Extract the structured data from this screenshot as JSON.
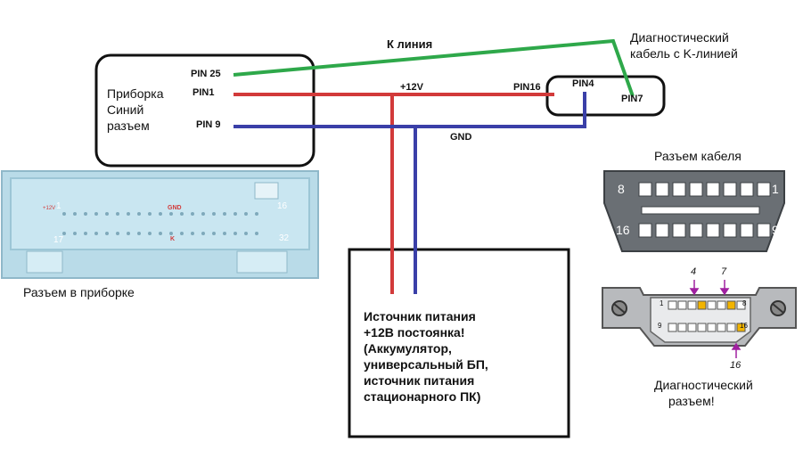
{
  "dashboard_block": {
    "label_line1": "Приборка",
    "label_line2": "Синий",
    "label_line3": "разъем",
    "pin25": "PIN 25",
    "pin1": "PIN1",
    "pin9": "PIN 9"
  },
  "wires": {
    "k_line_label": "К линия",
    "plus12_label": "+12V",
    "gnd_label": "GND",
    "pin16_label": "PIN16",
    "colors": {
      "k_line": "#2ea84a",
      "plus12": "#d23a3a",
      "gnd": "#3a3fa8"
    }
  },
  "cable_block": {
    "pin4": "PIN4",
    "pin7": "PIN7",
    "caption_line1": "Диагностический",
    "caption_line2": "кабель с K-линией"
  },
  "dash_connector": {
    "caption": "Разъем в приборке",
    "num_1": "1",
    "num_16": "16",
    "num_17": "17",
    "num_32": "32",
    "mark_plus12": "+12V",
    "mark_gnd": "GND",
    "mark_k": "K"
  },
  "power_box": {
    "lines": [
      "Источник питания",
      "+12В постоянка!",
      "(Аккумулятор,",
      "универсальный БП,",
      "источник питания",
      "стационарного ПК)"
    ]
  },
  "cable_connector": {
    "title": "Разъем кабеля",
    "num_8": "8",
    "num_1": "1",
    "num_16": "16",
    "num_9": "9"
  },
  "diag_connector": {
    "pin4": "4",
    "pin7": "7",
    "pin16": "16",
    "num_1": "1",
    "num_8": "8",
    "num_9": "9",
    "num_16": "16",
    "caption_line1": "Диагностический",
    "caption_line2": "разъем!"
  }
}
